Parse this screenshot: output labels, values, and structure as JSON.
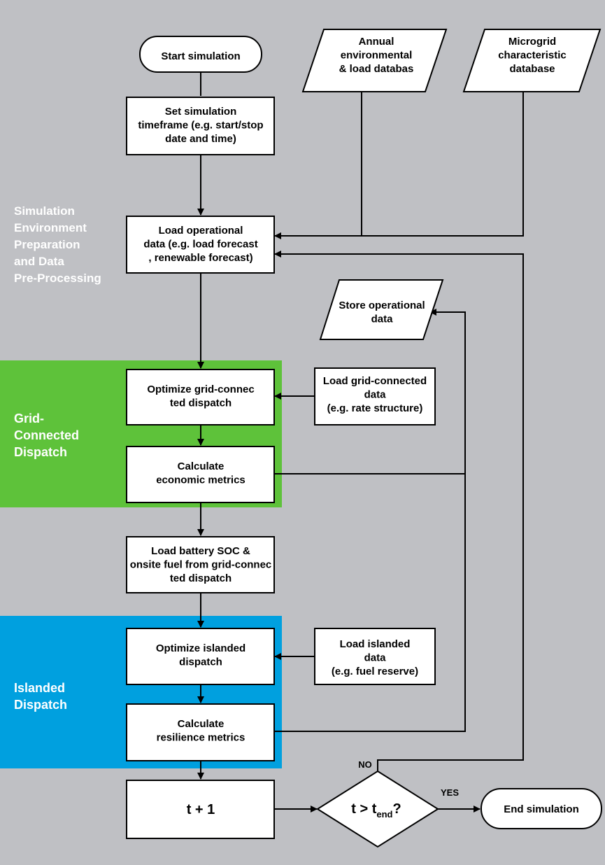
{
  "colors": {
    "background": "#bfc0c4",
    "grid_connected_band": "#5ec23a",
    "islanded_band": "#00a0df",
    "node_fill": "#ffffff",
    "stroke": "#000000",
    "section_label_light": "#ffffff"
  },
  "sections": {
    "prep": "Simulation Environment Preparation and Data Pre-Processing",
    "grid": "Grid-Connected Dispatch",
    "island": "Islanded Dispatch"
  },
  "nodes": {
    "start": "Start simulation",
    "annual_db": "Annual environmental & load database",
    "microgrid_db": "Microgrid characteristic database",
    "set_timeframe": "Set simulation timeframe (e.g. start/stop date and time)",
    "load_operational": "Load operational data (e.g. load forecast, renewable forecast)",
    "store_operational": "Store operational data",
    "optimize_grid": "Optimize grid-connected dispatch",
    "load_grid_data": "Load grid-connected data (e.g. rate structure)",
    "calc_economic": "Calculate economic metrics",
    "load_battery": "Load battery SOC & onsite fuel from grid-connected dispatch",
    "optimize_island": "Optimize islanded dispatch",
    "load_island_data": "Load islanded data (e.g. fuel reserve)",
    "calc_resilience": "Calculate resilience metrics",
    "increment": "t + 1",
    "decision_base": "t > t",
    "decision_sub": "end",
    "decision_suffix": "?",
    "end": "End simulation"
  },
  "edge_labels": {
    "no": "NO",
    "yes": "YES"
  }
}
